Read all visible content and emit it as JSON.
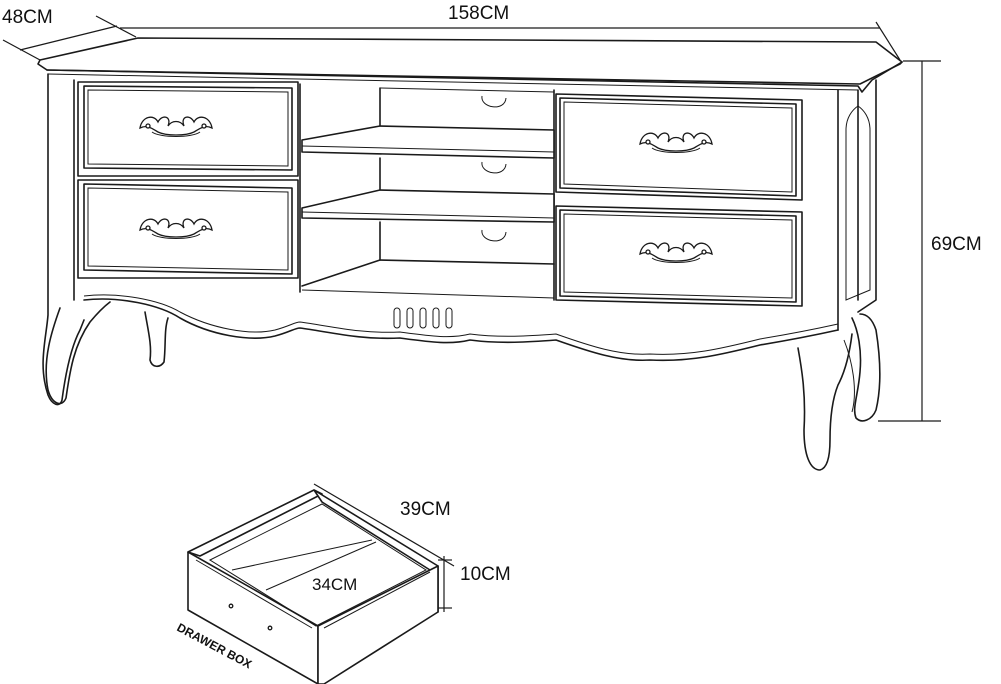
{
  "dimensions": {
    "depth": "48CM",
    "width": "158CM",
    "height": "69CM"
  },
  "drawer_box": {
    "label": "DRAWER BOX",
    "length": "39CM",
    "height": "10CM",
    "inner_width": "34CM"
  },
  "colors": {
    "line": "#1a1a1a",
    "background": "#ffffff"
  }
}
